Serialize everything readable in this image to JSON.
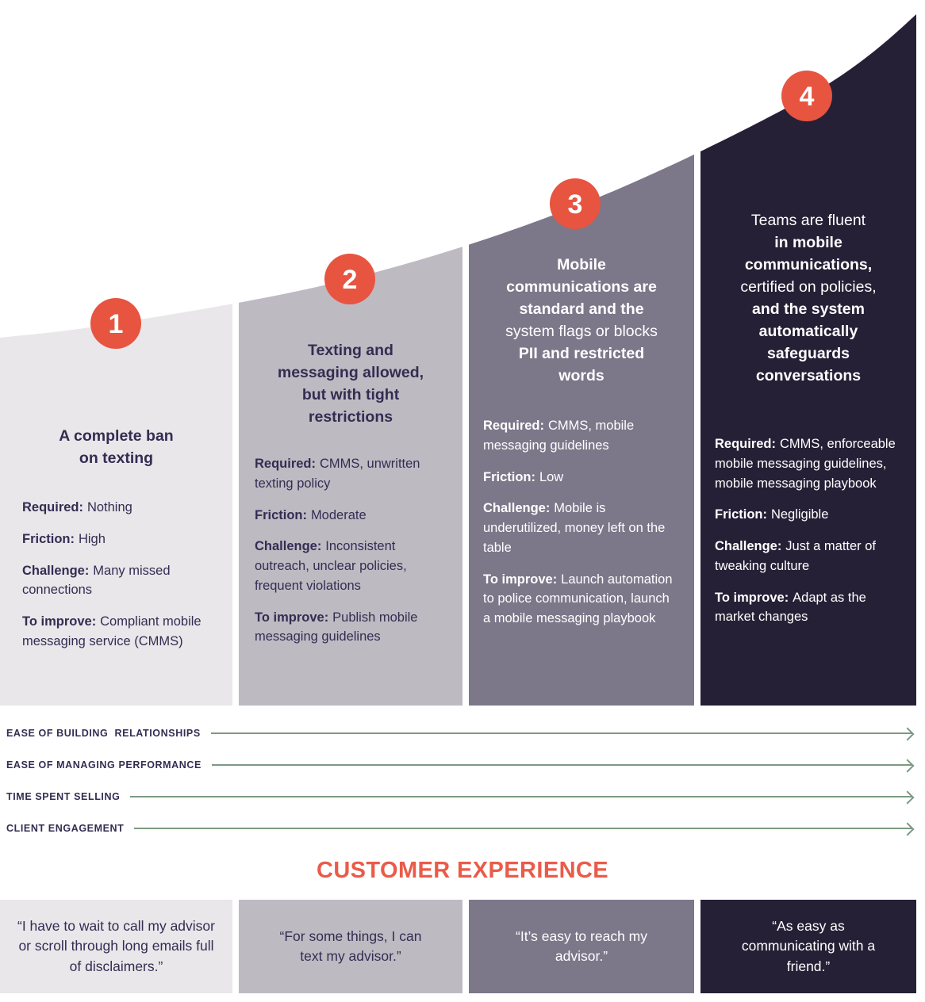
{
  "colors": {
    "stage1_panel": "#E9E7EA",
    "stage2_panel": "#BEBAC2",
    "stage3_panel": "#7D778A",
    "stage4_panel": "#262036",
    "badge_accent": "#E75440",
    "dark_text": "#332D52",
    "arrow_green": "#7D9A81",
    "heading_orange": "#EA5B49"
  },
  "stages": [
    {
      "number": "1",
      "title_lines": [
        {
          "text": "A complete ban",
          "bold": true
        },
        {
          "text": "on texting",
          "bold": true
        }
      ],
      "details": [
        {
          "label": "Required:",
          "text": "Nothing"
        },
        {
          "label": "Friction:",
          "text": "High"
        },
        {
          "label": "Challenge:",
          "text": "Many missed connections"
        },
        {
          "label": "To improve:",
          "text": "Compliant mobile messaging service (CMMS)"
        }
      ],
      "quote": "“I have to wait to call my advisor or scroll through long emails full of disclaimers.”"
    },
    {
      "number": "2",
      "title_lines": [
        {
          "text": "Texting and",
          "bold": true
        },
        {
          "text": "messaging allowed,",
          "bold": true
        },
        {
          "text": "but with tight",
          "bold": true
        },
        {
          "text": "restrictions",
          "bold": true
        }
      ],
      "details": [
        {
          "label": "Required:",
          "text": "CMMS, unwritten texting policy"
        },
        {
          "label": "Friction:",
          "text": "Moderate"
        },
        {
          "label": "Challenge:",
          "text": "Inconsistent outreach, unclear policies, frequent violations"
        },
        {
          "label": "To improve:",
          "text": "Publish mobile messaging guidelines"
        }
      ],
      "quote": "“For some things, I can text my advisor.”"
    },
    {
      "number": "3",
      "title_lines": [
        {
          "text": "Mobile",
          "bold": true
        },
        {
          "text": "communications are",
          "bold": true
        },
        {
          "text": "standard and the",
          "bold": true
        },
        {
          "text": "system flags or blocks",
          "bold": false
        },
        {
          "text": "PII and restricted",
          "bold": true
        },
        {
          "text": "words",
          "bold": true
        }
      ],
      "details": [
        {
          "label": "Required:",
          "text": "CMMS, mobile messaging guidelines"
        },
        {
          "label": "Friction:",
          "text": "Low"
        },
        {
          "label": "Challenge:",
          "text": "Mobile is underutilized, money left on the table"
        },
        {
          "label": "To improve:",
          "text": "Launch automation to police communication, launch a mobile messaging playbook"
        }
      ],
      "quote": "“It’s easy to reach my advisor.”"
    },
    {
      "number": "4",
      "title_lines": [
        {
          "text": "Teams are fluent",
          "bold": false
        },
        {
          "text": "in mobile",
          "bold": true
        },
        {
          "text": "communications,",
          "bold": true
        },
        {
          "text": "certified on policies,",
          "bold": false
        },
        {
          "text": "and the system",
          "bold": true
        },
        {
          "text": "automatically",
          "bold": true
        },
        {
          "text": "safeguards",
          "bold": true
        },
        {
          "text": "conversations",
          "bold": true
        }
      ],
      "details": [
        {
          "label": "Required:",
          "text": "CMMS, enforceable mobile messaging guidelines, mobile messaging playbook"
        },
        {
          "label": "Friction:",
          "text": "Negligible"
        },
        {
          "label": "Challenge:",
          "text": "Just a matter of tweaking culture"
        },
        {
          "label": "To improve:",
          "text": "Adapt as the market changes"
        }
      ],
      "quote": "“As easy as communicating with a friend.”"
    }
  ],
  "metrics": {
    "items": [
      {
        "label": "EASE OF BUILDING  RELATIONSHIPS"
      },
      {
        "label": "EASE OF MANAGING PERFORMANCE"
      },
      {
        "label": "TIME SPENT SELLING"
      },
      {
        "label": "CLIENT ENGAGEMENT"
      }
    ]
  },
  "customer_experience": {
    "heading": "CUSTOMER EXPERIENCE"
  }
}
